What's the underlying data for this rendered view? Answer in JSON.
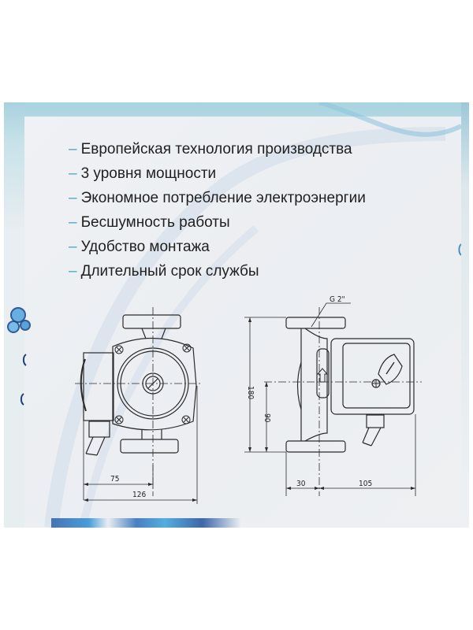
{
  "features": {
    "bullet": "–",
    "items": [
      "Европейская технология производства",
      "3 уровня мощности",
      "Экономное потребление электроэнергии",
      "Бесшумность работы",
      "Удобство монтажа",
      "Длительный срок службы"
    ]
  },
  "drawing": {
    "front_view": {
      "dim_axis_offset": "75",
      "dim_total_width": "126"
    },
    "side_view": {
      "thread_label": "G 2\"",
      "dim_height": "180",
      "dim_axis_height": "90",
      "dim_flange_offset": "30",
      "dim_motor_depth": "105"
    }
  },
  "colors": {
    "accent_bullet": "#4aa6c6",
    "water_blue": "#2d8fd4",
    "panel_bg": "#eef0f2",
    "line": "#2a2a2a"
  }
}
